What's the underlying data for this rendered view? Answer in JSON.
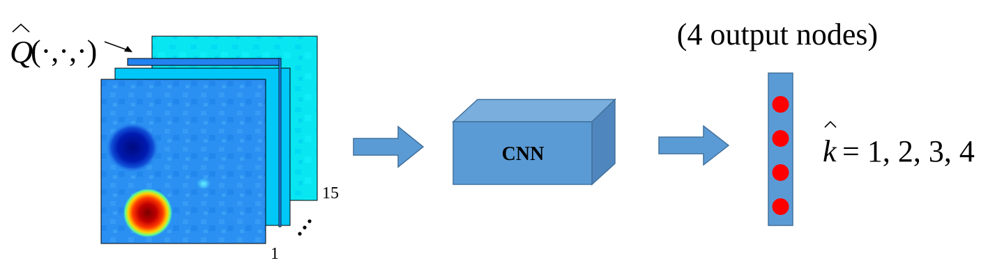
{
  "input": {
    "label_symbol": "Q",
    "label_hat": "^",
    "label_args": "(·,·,·)",
    "first_index": "1",
    "last_index": "15",
    "ellipsis": "⋰"
  },
  "model": {
    "label": "CNN"
  },
  "output": {
    "title": "(4 output nodes)",
    "node_count": 4,
    "node_color": "#ff0000",
    "bar_color": "#5b9bd5",
    "label_symbol": "k",
    "label_hat": "^",
    "label_values": "= 1, 2, 3, 4"
  },
  "colors": {
    "arrow": "#5b9bd5",
    "arrow_border": "#41719c",
    "cnn_front": "#5b9bd5",
    "cnn_top": "#7aafdd",
    "cnn_side": "#4f86be",
    "map_back": "#00e8f0",
    "map_mid": "#00c0ff",
    "map_front": "#2080f0"
  }
}
